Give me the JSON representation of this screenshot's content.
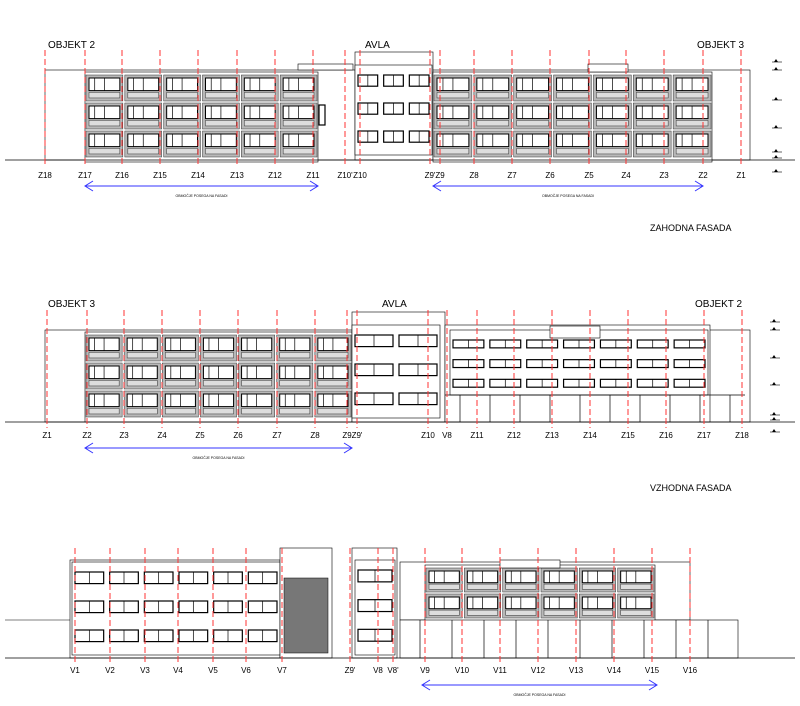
{
  "elevation_west": {
    "caption": "ZAHODNA FASADA",
    "titles": [
      "OBJEKT 2",
      "AVLA",
      "OBJEKT 3"
    ],
    "axes": [
      "Z18",
      "Z17",
      "Z16",
      "Z15",
      "Z14",
      "Z13",
      "Z12",
      "Z11",
      "Z10'",
      "Z10",
      "Z9'",
      "Z9",
      "Z8",
      "Z7",
      "Z6",
      "Z5",
      "Z4",
      "Z3",
      "Z2",
      "Z1"
    ],
    "zone_labels": [
      "OBMOČJE POSEGA NA FASADI",
      "OBMOČJE POSEGA NA FASADI"
    ]
  },
  "elevation_east": {
    "caption": "VZHODNA FASADA",
    "titles": [
      "OBJEKT 3",
      "AVLA",
      "OBJEKT 2"
    ],
    "axes": [
      "Z1",
      "Z2",
      "Z3",
      "Z4",
      "Z5",
      "Z6",
      "Z7",
      "Z8",
      "Z9",
      "Z9'",
      "Z10",
      "V8",
      "Z11",
      "Z12",
      "Z13",
      "Z14",
      "Z15",
      "Z16",
      "Z17",
      "Z18"
    ],
    "zone_labels": [
      "OBMOČJE POSEGA NA FASADI"
    ]
  },
  "elevation_third": {
    "axes": [
      "V1",
      "V2",
      "V3",
      "V4",
      "V5",
      "V6",
      "V7",
      "Z9'",
      "V8",
      "V8'",
      "V9",
      "V10",
      "V11",
      "V12",
      "V13",
      "V14",
      "V15",
      "V16"
    ],
    "zone_labels": [
      "OBMOČJE POSEGA NA FASADI"
    ]
  },
  "colors": {
    "axis": "#ff3333",
    "zone_arrow": "#3333ff",
    "panel": "#b8b8b8",
    "line": "#000000"
  }
}
